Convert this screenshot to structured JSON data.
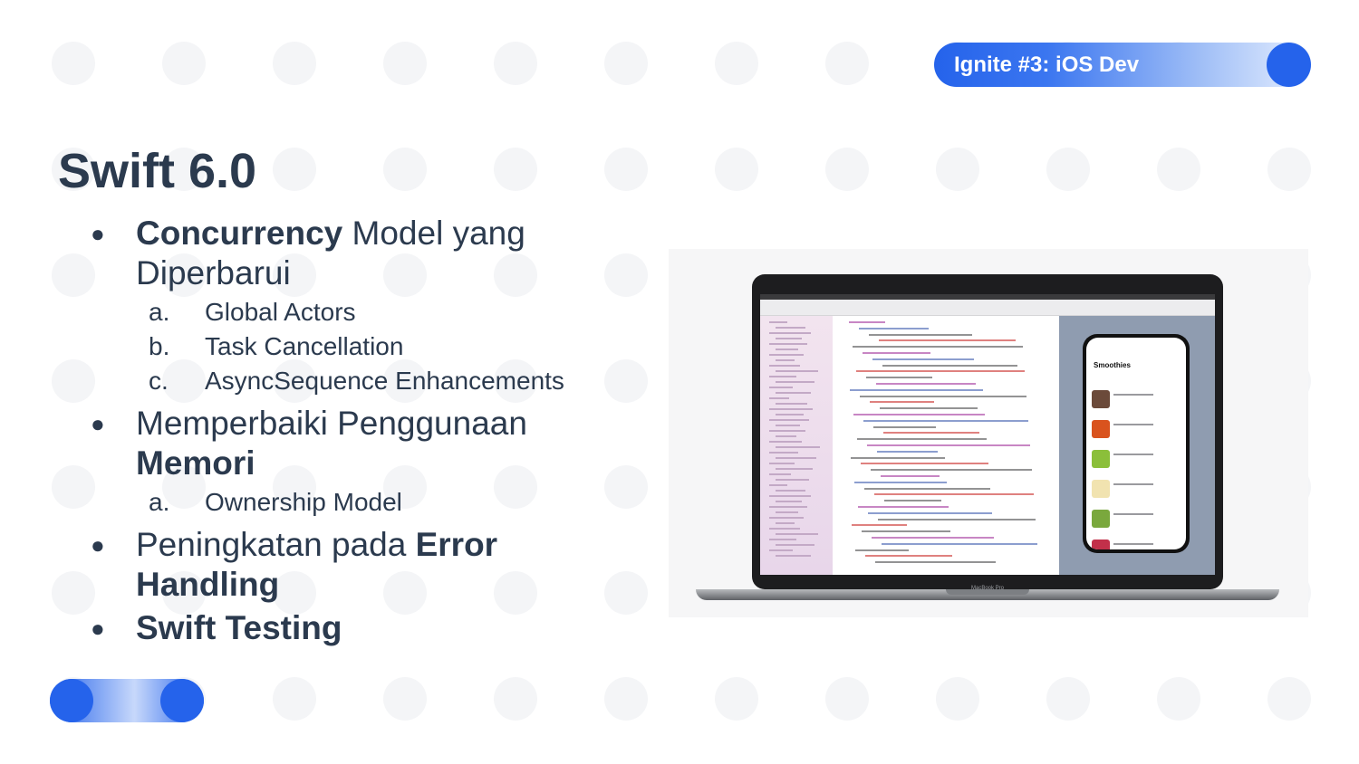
{
  "badge": {
    "text": "Ignite #3: iOS Dev"
  },
  "slide": {
    "title": "Swift 6.0"
  },
  "bullets": {
    "b1": {
      "bold": "Concurrency",
      "rest": " Model yang Diperbarui",
      "subs": [
        {
          "marker": "a.",
          "text": "Global Actors"
        },
        {
          "marker": "b.",
          "text": "Task Cancellation"
        },
        {
          "marker": "c.",
          "text": "AsyncSequence Enhancements"
        }
      ]
    },
    "b2": {
      "pre": "Memperbaiki Penggunaan ",
      "bold": "Memori",
      "subs": [
        {
          "marker": "a.",
          "text": "Ownership Model"
        }
      ]
    },
    "b3": {
      "pre": "Peningkatan pada ",
      "bold": "Error Handling"
    },
    "b4": {
      "bold": "Swift Testing"
    },
    "marker": "●"
  },
  "laptop": {
    "model_label": "MacBook Pro",
    "preview_title": "Smoothies"
  },
  "colors": {
    "accent": "#2563eb",
    "text": "#2b3a4e"
  }
}
